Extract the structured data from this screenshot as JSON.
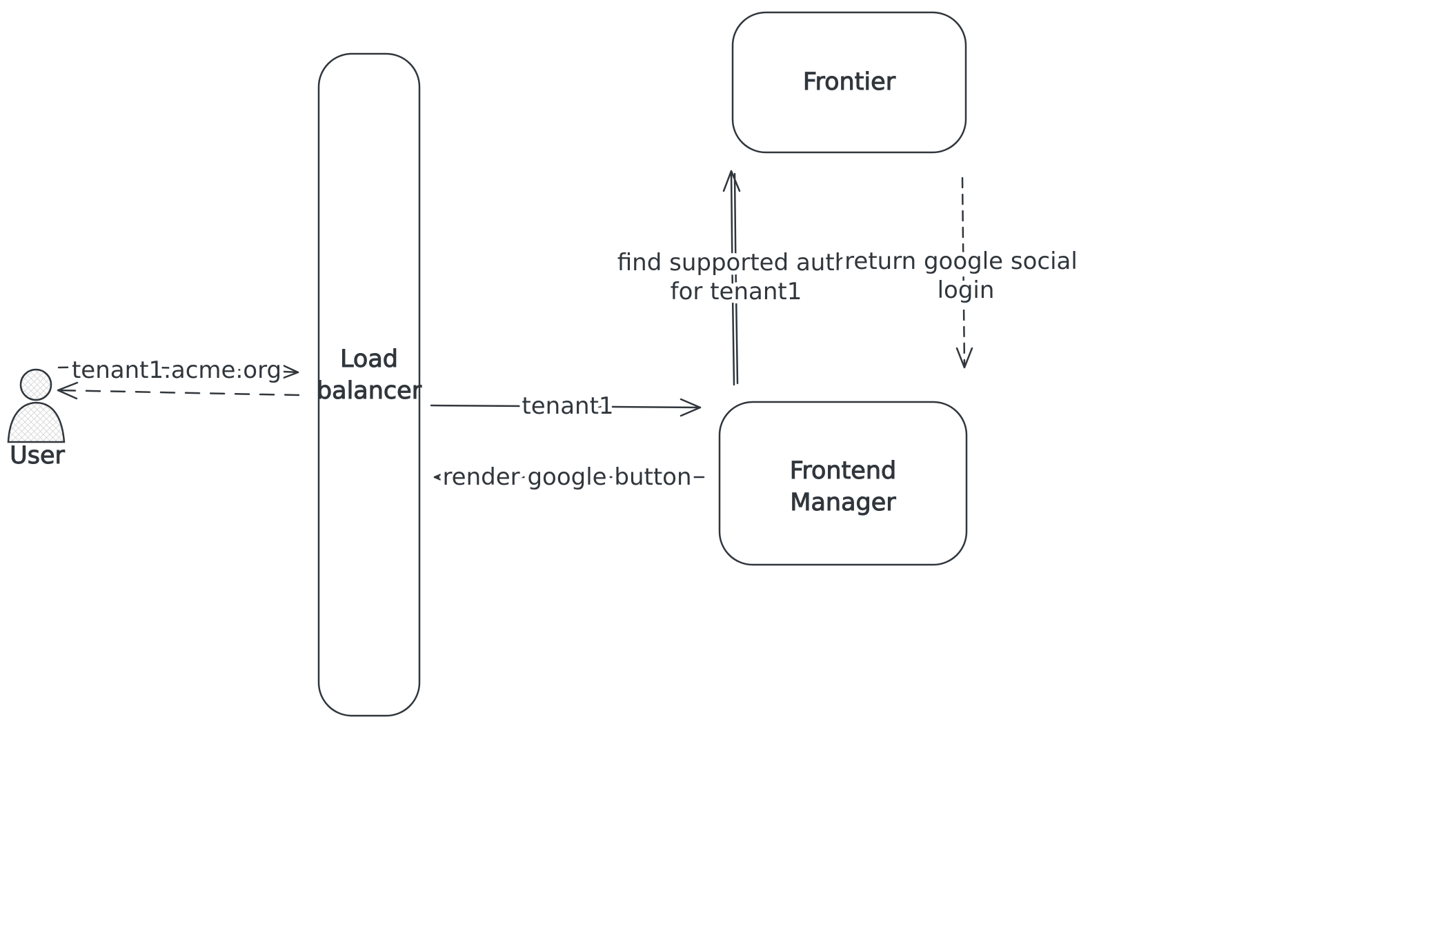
{
  "diagram": {
    "colors": {
      "stroke": "#30363c",
      "node_fill": "#ffffff",
      "background": "#ffffff"
    },
    "nodes": {
      "user": {
        "label": "User"
      },
      "load_balancer": {
        "lines": [
          "Load",
          "balancer"
        ]
      },
      "frontier": {
        "label": "Frontier"
      },
      "frontend_manager": {
        "lines": [
          "Frontend",
          "Manager"
        ]
      }
    },
    "edges": {
      "user_to_load_balancer": {
        "label": "tenant1.acme.org",
        "style": "solid-arrow-right"
      },
      "load_balancer_to_user": {
        "style": "dashed-arrow-left"
      },
      "load_balancer_to_frontend_manager": {
        "label": "tenant1",
        "style": "solid-arrow-right"
      },
      "frontend_manager_to_load_balancer": {
        "label": "render google button",
        "style": "dashed-arrow-left"
      },
      "frontend_manager_to_frontier": {
        "lines": [
          "find supported auth",
          "for tenant1"
        ],
        "style": "solid-arrow-up"
      },
      "frontier_to_frontend_manager": {
        "lines": [
          "return google social",
          "login"
        ],
        "style": "dashed-arrow-down"
      }
    }
  }
}
